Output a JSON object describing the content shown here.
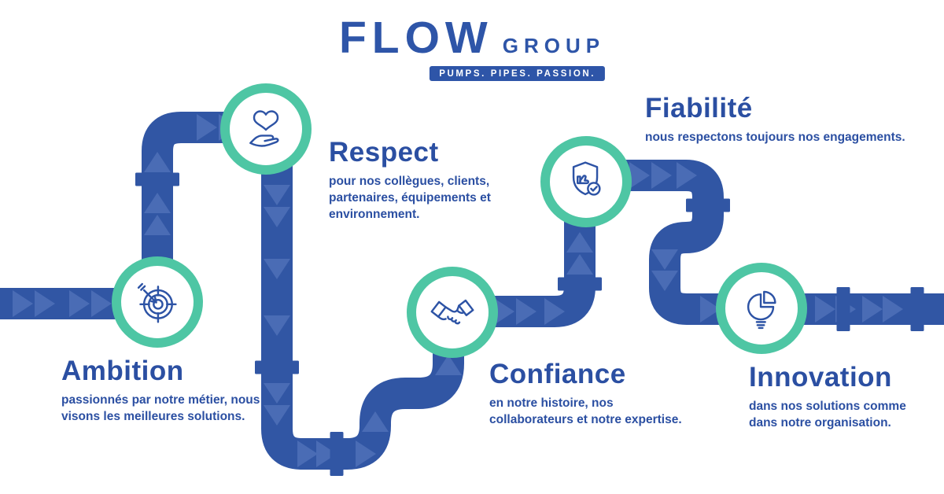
{
  "logo": {
    "brand": "FLOW",
    "brand_suffix": "GROUP",
    "tagline": "PUMPS. PIPES. PASSION."
  },
  "values": [
    {
      "id": "ambition",
      "title": "Ambition",
      "description": "passionnés par notre métier, nous visons les meilleures solutions.",
      "icon": "target-arrow-icon"
    },
    {
      "id": "respect",
      "title": "Respect",
      "description": "pour nos collègues, clients, partenaires, équipements et environnement.",
      "icon": "heart-in-hand-icon"
    },
    {
      "id": "confiance",
      "title": "Confiance",
      "description": "en notre histoire, nos collaborateurs et notre expertise.",
      "icon": "handshake-icon"
    },
    {
      "id": "fiabilite",
      "title": "Fiabilité",
      "description": "nous respectons toujours nos engagements.",
      "icon": "shield-thumbsup-check-icon"
    },
    {
      "id": "innovation",
      "title": "Innovation",
      "description": "dans nos solutions comme dans notre organisation.",
      "icon": "lightbulb-pie-icon"
    }
  ],
  "colors": {
    "pipe_blue": "#3156a4",
    "chevron_blue": "#4a6cb5",
    "ring_teal": "#4ec6a4",
    "icon_blue": "#2d53a5",
    "text_blue": "#2b4fa2",
    "logo_blue": "#2e55a8",
    "tagline_bg": "#2e55a8",
    "tagline_text": "#ffffff",
    "background": "#ffffff"
  }
}
